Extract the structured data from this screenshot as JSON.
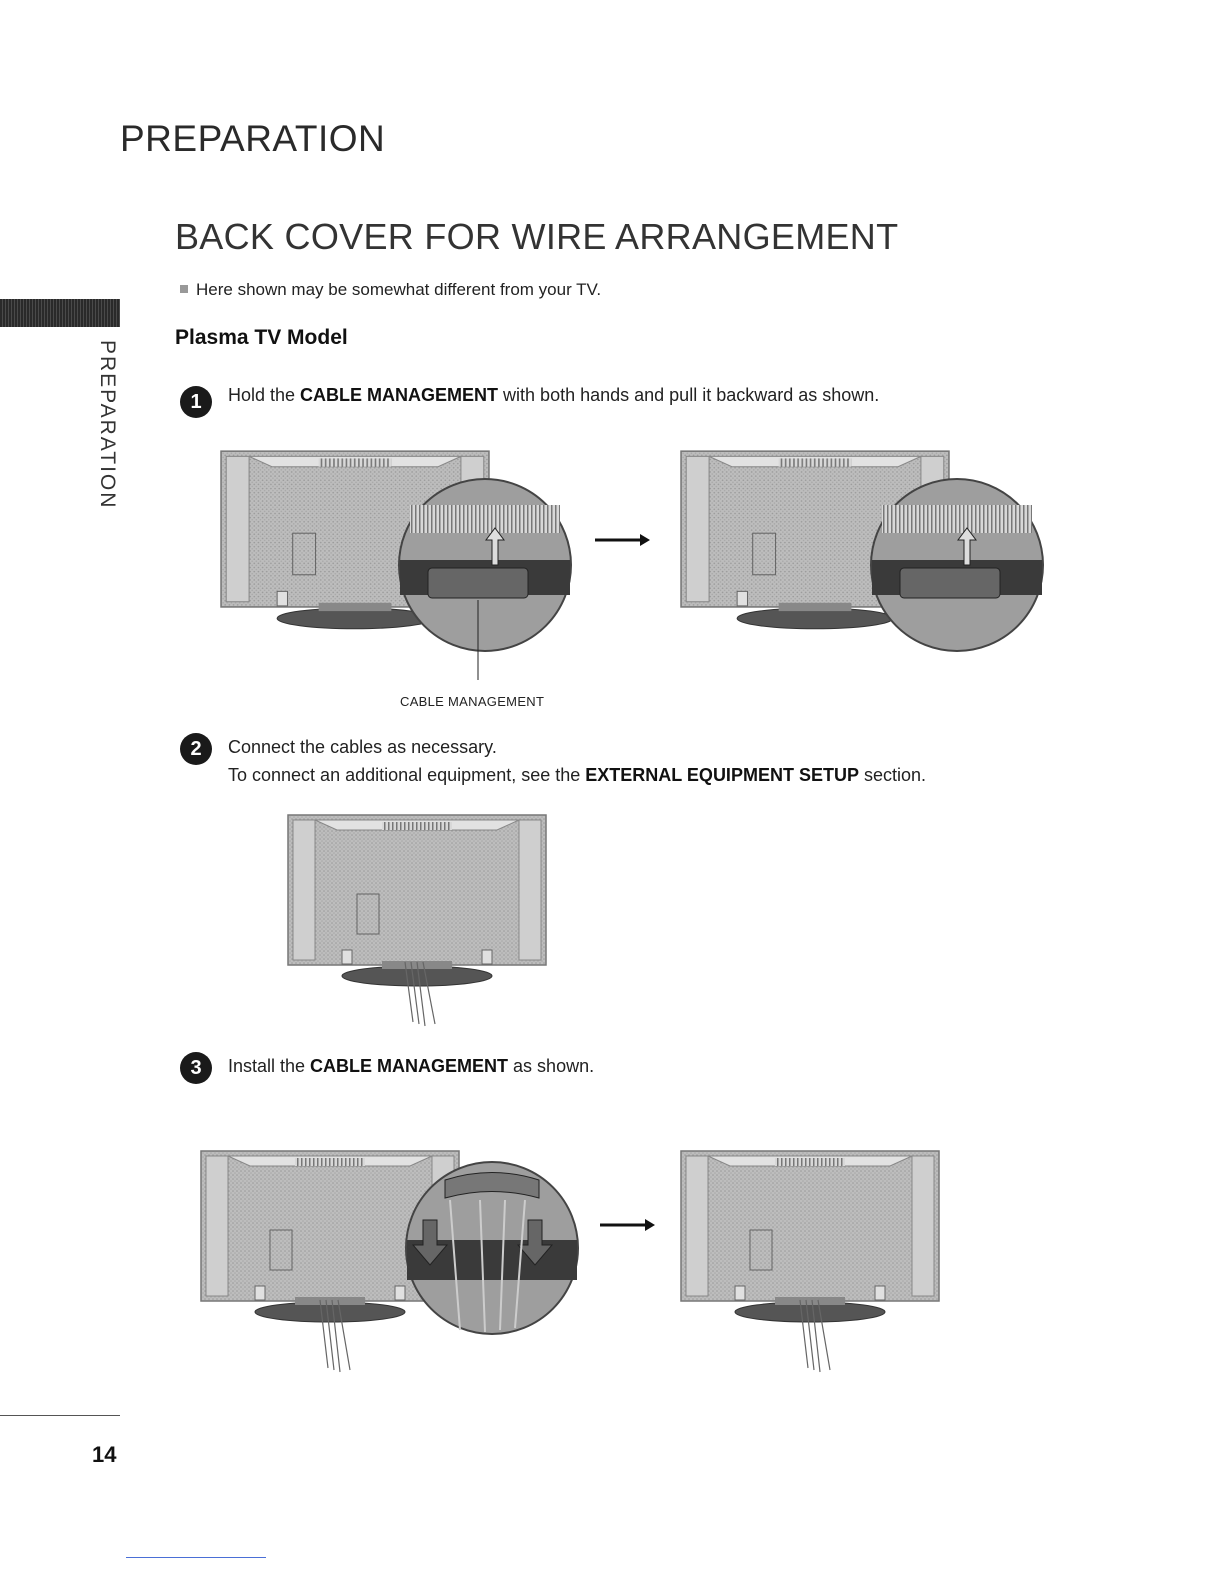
{
  "header": {
    "section": "PREPARATION",
    "title": "BACK COVER FOR WIRE ARRANGEMENT"
  },
  "note": "Here shown may be somewhat different from your TV.",
  "subhead": "Plasma TV Model",
  "side_tab_label": "PREPARATION",
  "steps": [
    {
      "number": "1",
      "pre": "Hold the ",
      "bold": "CABLE MANAGEMENT",
      "post": " with both hands and pull it backward as shown."
    },
    {
      "number": "2",
      "line1": "Connect the cables as necessary.",
      "line2_pre": "To connect an additional equipment, see the ",
      "line2_bold": "EXTERNAL EQUIPMENT SETUP",
      "line2_post": " section."
    },
    {
      "number": "3",
      "pre": "Install the ",
      "bold": "CABLE MANAGEMENT",
      "post": " as shown."
    }
  ],
  "callout_label": "CABLE MANAGEMENT",
  "page_number": "14"
}
